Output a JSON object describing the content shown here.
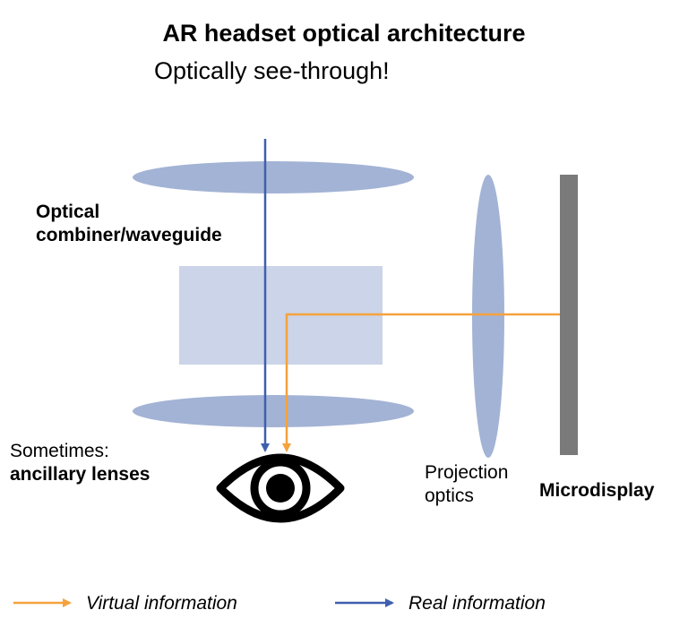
{
  "title": "AR headset optical architecture",
  "subtitle": "Optically see-through!",
  "labels": {
    "combiner_line1": "Optical",
    "combiner_line2": "combiner/waveguide",
    "ancillary_line1": "Sometimes:",
    "ancillary_line2": "ancillary lenses",
    "projection_line1": "Projection",
    "projection_line2": "optics",
    "microdisplay": "Microdisplay"
  },
  "legend": {
    "virtual": "Virtual information",
    "real": "Real information"
  },
  "colors": {
    "virtual_ray": "#F5A23C",
    "real_ray": "#3F5FAE",
    "lens_fill": "#A3B3D5",
    "combiner_fill": "#CBD4E8",
    "microdisplay_fill": "#7A7A7A",
    "eye": "#000000"
  },
  "icons": [
    "eye-icon"
  ]
}
